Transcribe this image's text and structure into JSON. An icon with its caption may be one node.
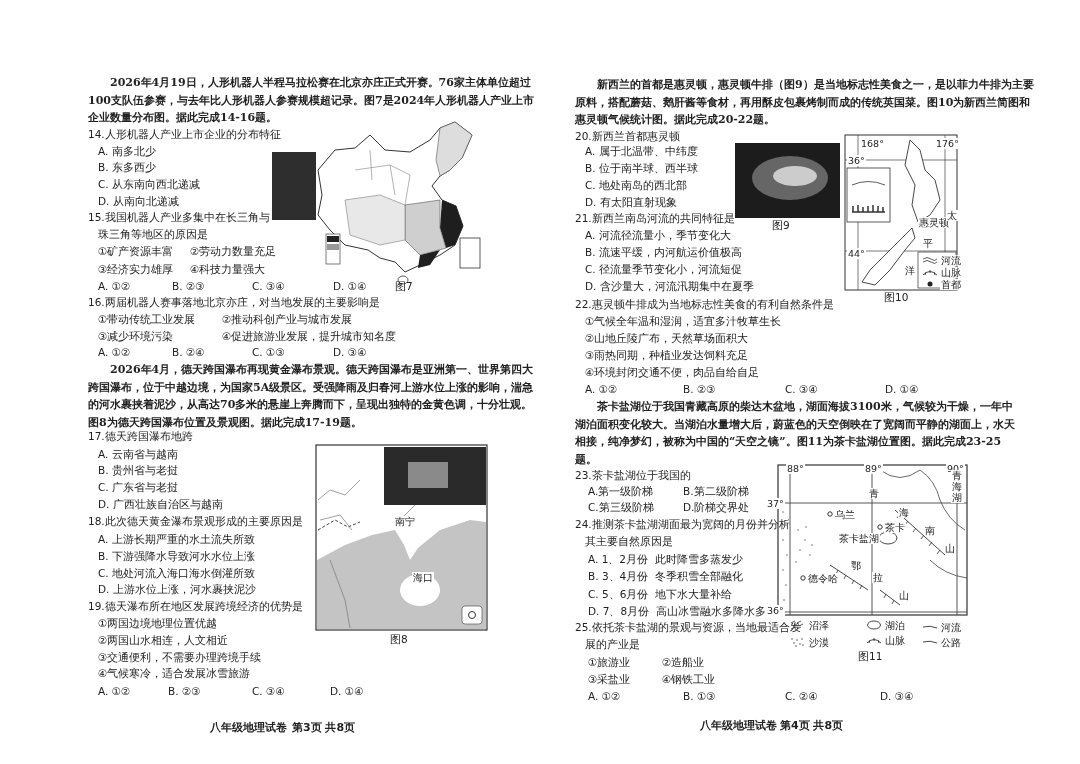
{
  "diagram": {
    "labels": [
      "2026年4月19日，人形机器人半程马拉松赛在北京亦庄正式开赛。76家主体单位超过100支队伍参赛，与去年比人形机器人参赛规模超记录。图7是2024年人形机器人产业上市企业数量分布图。据此完成14-16题。",
      "14.人形机器人产业上市企业的分布特征",
      "A. 南多北少",
      "B. 东多西少",
      "C. 从东南向西北递减",
      "D. 从南向北递减",
      "15.我国机器人产业多集中在长三角与珠三角等地区的原因是",
      "①矿产资源丰富",
      "②劳动力数量充足",
      "③经济实力雄厚",
      "④科技力量强大",
      "A. ①②",
      "B. ②③",
      "C. ③④",
      "D. ①④",
      "图7",
      "16.两届机器人赛事落地北京亦庄，对当地发展的主要影响是",
      "①带动传统工业发展",
      "②推动科创产业与城市发展",
      "③减少环境污染",
      "④促进旅游业发展，提升城市知名度",
      "A. ①②",
      "B. ②④",
      "C. ①③",
      "D. ③④",
      "2026年4月，德天跨国瀑布再现黄金瀑布景观。德天跨国瀑布是亚洲第一、世界第四大跨国瀑布，位于中越边境，为国家5A级景区。受强降雨及归春河上游水位上涨的影响，湍急的河水裹挟着泥沙，从高达70多米的悬崖上奔腾而下，呈现出独特的金黄色调，十分壮观。图8为德天跨国瀑布位置及景观图。据此完成17-19题。",
      "17.德天跨国瀑布地跨",
      "A. 云南省与越南",
      "B. 贵州省与老挝",
      "C. 广东省与老挝",
      "D. 广西壮族自治区与越南",
      "18.此次德天黄金瀑布景观形成的主要原因是",
      "A. 上游长期严重的水土流失所致",
      "B. 下游强降水导致河水水位上涨",
      "C. 地处河流入海口海水倒灌所致",
      "D. 上游水位上涨，河水裹挟泥沙",
      "19.德天瀑布所在地区发展跨境经济的优势是",
      "①两国边境地理位置优越",
      "②两国山水相连，人文相近",
      "③交通便利，不需要办理跨境手续",
      "④气候寒冷，适合发展冰雪旅游",
      "A. ①②",
      "B. ②③",
      "C. ③④",
      "D. ①④",
      "图8",
      "南宁",
      "海口",
      "八年级地理试卷",
      "第3页 共8页",
      "新西兰的首都是惠灵顿，惠灵顿牛排（图9）是当地标志性美食之一，是以菲力牛排为主要原料，搭配蘑菇、鹅肝酱等食材，再用酥皮包裹烤制而成的传统英国菜。图10为新西兰简图和惠灵顿气候统计图。据此完成20-22题。",
      "20.新西兰首都惠灵顿",
      "A. 属于北温带、中纬度",
      "B. 位于南半球、西半球",
      "C. 地处南岛的西北部",
      "D. 有太阳直射现象",
      "21.新西兰南岛河流的共同特征是",
      "A. 河流径流量小，季节变化大",
      "B. 流速平缓，内河航运价值极高",
      "C. 径流量季节变化小，河流短促",
      "D. 含沙量大，河流汛期集中在夏季",
      "22.惠灵顿牛排成为当地标志性美食的有利自然条件是",
      "①气候全年温和湿润，适宜多汁牧草生长",
      "②山地丘陵广布，天然草场面积大",
      "③雨热同期，种植业发达饲料充足",
      "④环境封闭交通不便，肉品自给自足",
      "A. ①②",
      "B. ②③",
      "C. ③④",
      "D. ①④",
      "茶卡盐湖位于我国青藏高原的柴达木盆地，湖面海拔3100米，气候较为干燥，一年中湖泊面积变化较大。当湖泊水量增大后，蔚蓝色的天空倒映在了宽阔而平静的湖面上，水天相接，纯净梦幻，被称为中国的“天空之镜”。图11为茶卡盐湖位置图。据此完成23-25题。",
      "23.茶卡盐湖位于我国的",
      "A.第一级阶梯",
      "B.第二级阶梯",
      "C.第三级阶梯",
      "D.阶梯交界处",
      "24.推测茶卡盐湖湖面最为宽阔的月份并分析其主要自然原因是",
      "A. 1、2月份  此时降雪多蒸发少",
      "B. 3、4月份  冬季积雪全部融化",
      "C. 5、6月份  地下水大量补给",
      "D. 7、8月份  高山冰雪融水多降水多",
      "25.依托茶卡盐湖的景观与资源，当地最适合发展的产业是",
      "①旅游业",
      "②造船业",
      "③采盐业",
      "④钢铁工业",
      "A. ①②",
      "B. ①③",
      "C. ②④",
      "D. ③④",
      "图9",
      "图10",
      "168°",
      "176°",
      "36°",
      "44°",
      "惠灵顿",
      "图11",
      "88°",
      "89°",
      "90°",
      "37°",
      "36°",
      "乌兰",
      "茶卡",
      "茶卡盐湖",
      "德令哈",
      "八年级地理试卷",
      "第4页 共8页",
      "青海湖",
      "青",
      "海",
      "南",
      "山",
      "鄂",
      "拉",
      "山",
      "太",
      "平",
      "洋"
    ],
    "legend": [
      {
        "text": "河流"
      },
      {
        "text": "山脉"
      },
      {
        "text": "首都"
      },
      {
        "text": "沼泽"
      },
      {
        "text": "沙漠"
      },
      {
        "text": "湖泊"
      },
      {
        "text": "山脉"
      },
      {
        "text": "河流"
      },
      {
        "text": "公路"
      }
    ]
  }
}
